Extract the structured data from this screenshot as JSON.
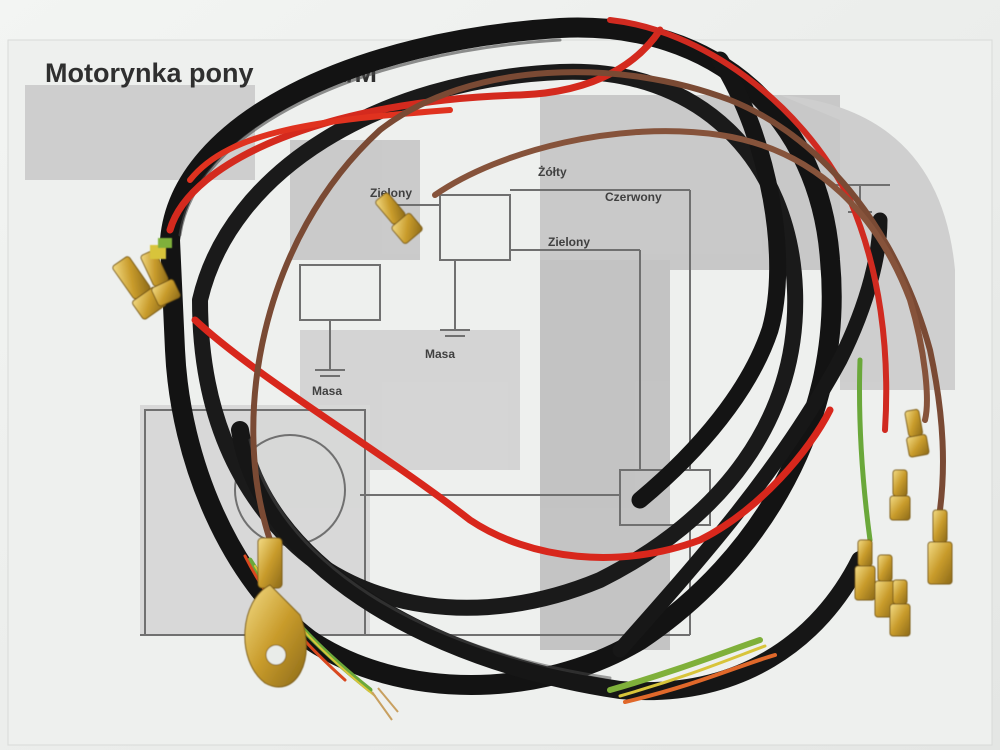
{
  "photo": {
    "description_free": true,
    "document": {
      "title": "Motorynka pony",
      "title_suffix": "2/M",
      "labels": {
        "zolty": "Żółty",
        "zielony_top": "Zielony",
        "czerwony": "Czerwony",
        "zielony_mid": "Zielony",
        "masa_center": "Masa",
        "masa_left": "Masa"
      }
    },
    "colors": {
      "paper": "#eceeec",
      "diagram_gray": "#b8b8b8",
      "wire_black": "#151515",
      "wire_red": "#d8271c",
      "wire_brown": "#7a4a34",
      "wire_green": "#5aa03a",
      "wire_yellow": "#d8c43a",
      "connector_brass": "#c9a43c"
    }
  }
}
